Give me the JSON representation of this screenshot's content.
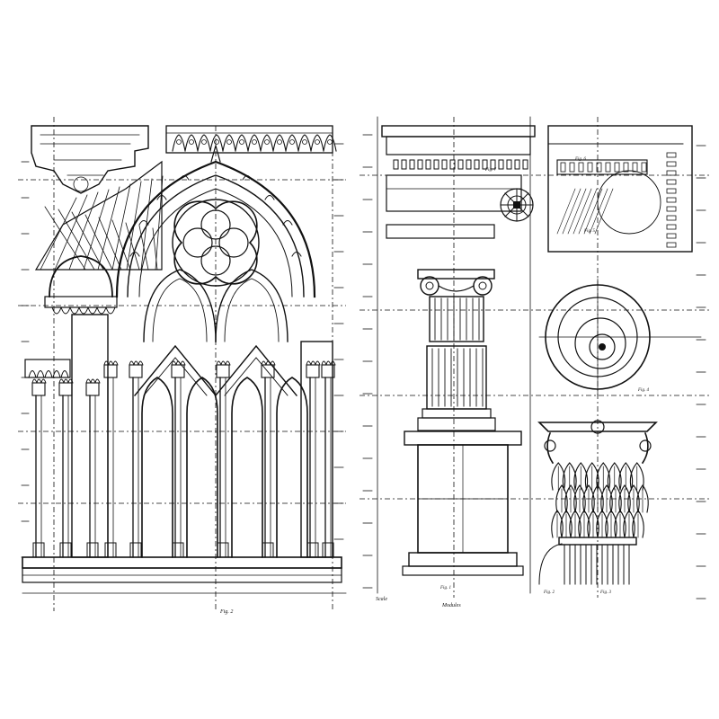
{
  "plates": [
    {
      "id": "gothic-window",
      "caption": "Fig. 2"
    },
    {
      "id": "classical-orders",
      "captions": [
        "Fig. 1",
        "Fig. 2",
        "Fig. 3",
        "Fig. 4",
        "Fig. 5",
        "Fig. 6",
        "Fig. 7"
      ],
      "scale_label": "Scale",
      "modules_label": "Modules"
    }
  ],
  "colors": {
    "ink": "#111111",
    "paper": "#ffffff"
  },
  "icons": [
    "rosette-icon",
    "volute-icon",
    "acanthus-leaf-icon",
    "quatrefoil-icon"
  ]
}
